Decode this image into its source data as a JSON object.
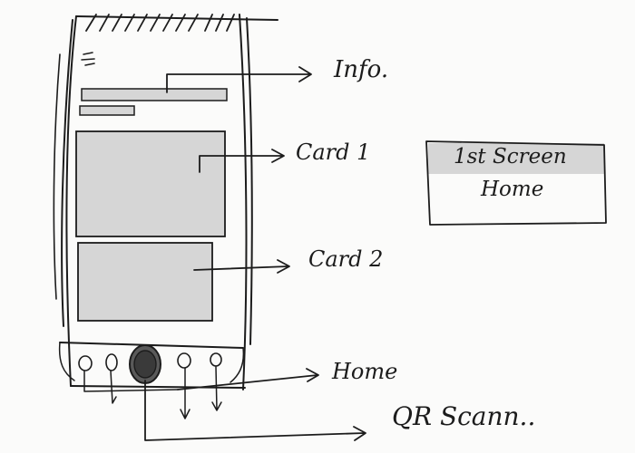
{
  "annotations": {
    "info": "Info.",
    "card1": "Card 1",
    "card2": "Card 2",
    "home": "Home",
    "qr": "QR Scann.."
  },
  "screen_box": {
    "title": "1st Screen",
    "subtitle": "Home"
  },
  "colors": {
    "ink": "#1c1c1c",
    "placeholder_fill": "#d6d6d6",
    "paper": "#fbfbfa"
  },
  "icons": [
    "menu-icon",
    "nav-icon",
    "qr-scan-button-icon"
  ]
}
